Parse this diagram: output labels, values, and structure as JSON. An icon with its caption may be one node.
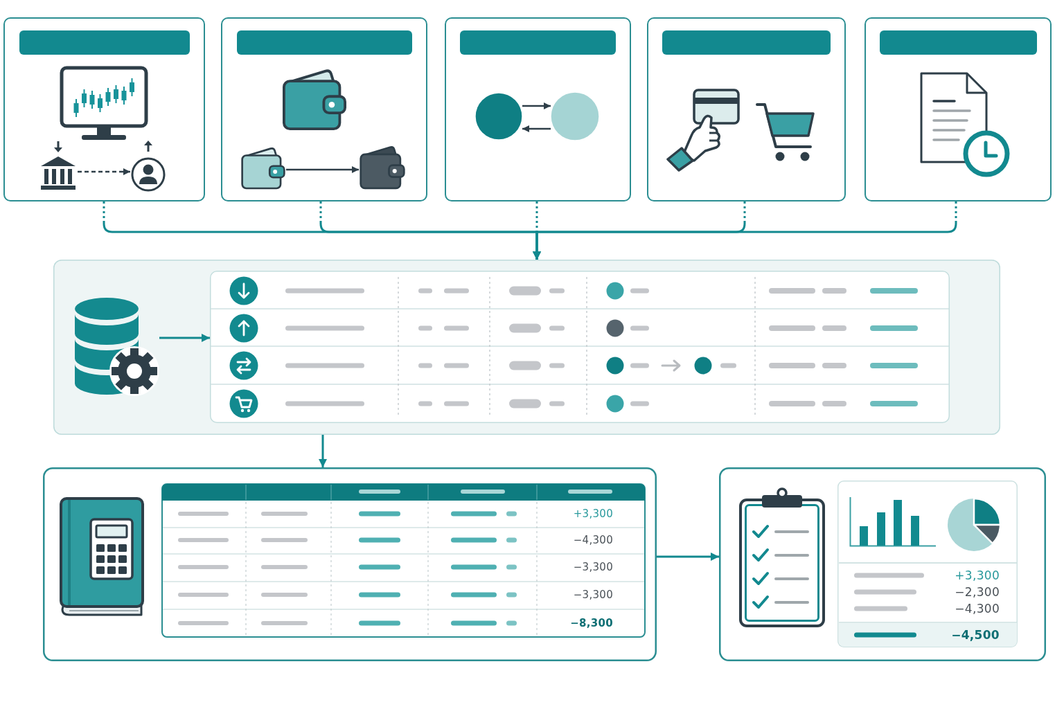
{
  "diagram": {
    "nodes": [
      {
        "text": [],
        "shape": "box"
      },
      {
        "text": [],
        "shape": "bar",
        "in": 0
      },
      {
        "text": [],
        "shape": "picture",
        "in": 0
      },
      {
        "text": [],
        "shape": "picture",
        "in": 0
      },
      {
        "text": [],
        "shape": "box"
      },
      {
        "text": [],
        "shape": "bar",
        "in": 4
      },
      {
        "text": [],
        "shape": "picture",
        "in": 4
      },
      {
        "text": [],
        "shape": "picture",
        "in": 4
      },
      {
        "text": [],
        "shape": "box"
      },
      {
        "text": [],
        "shape": "bar",
        "in": 8
      },
      {
        "text": [],
        "shape": "circle",
        "in": 8
      },
      {
        "text": [],
        "shape": "circle",
        "in": 8
      },
      {
        "text": [],
        "shape": "box"
      },
      {
        "text": [],
        "shape": "bar",
        "in": 12
      },
      {
        "text": [],
        "shape": "box"
      },
      {
        "text": [],
        "shape": "bar",
        "in": 14
      },
      {
        "text": [],
        "shape": "box"
      },
      {
        "text": [],
        "shape": "picture",
        "in": 16
      },
      {
        "text": [],
        "shape": "box",
        "in": 16
      },
      {
        "text": [
          "+3,300",
          "−4,300",
          "−3,300",
          "−3,300",
          "−8,300"
        ]
      },
      {
        "text": [
          "+3,300",
          "−2,300",
          "−4,300",
          "−4,500"
        ]
      }
    ],
    "edges": [
      {
        "from": 2,
        "to": 3,
        "arrow": "to",
        "style": "dashed",
        "color": "#2e3e48"
      },
      {
        "from": 6,
        "to": 7,
        "arrow": "to",
        "color": "#2e3e48"
      },
      {
        "from": 10,
        "to": 11,
        "arrow": "to",
        "color": "#2e3e48"
      },
      {
        "from": 11,
        "to": 10,
        "arrow": "to",
        "color": "#2e3e48"
      },
      {
        "from": 0,
        "to": 16,
        "arrow": "to",
        "style": "dashed"
      },
      {
        "from": 4,
        "to": 16,
        "arrow": "to",
        "style": "dashed"
      },
      {
        "from": 8,
        "to": 16,
        "arrow": "to",
        "style": "dashed"
      },
      {
        "from": 12,
        "to": 16,
        "arrow": "to",
        "style": "dashed"
      },
      {
        "from": 14,
        "to": 16,
        "arrow": "to",
        "style": "dashed"
      },
      {
        "from": 17,
        "to": 18,
        "arrow": "to"
      },
      {
        "from": 16,
        "to": 19,
        "arrow": "to"
      },
      {
        "from": 19,
        "to": 20,
        "arrow": "to"
      }
    ]
  }
}
